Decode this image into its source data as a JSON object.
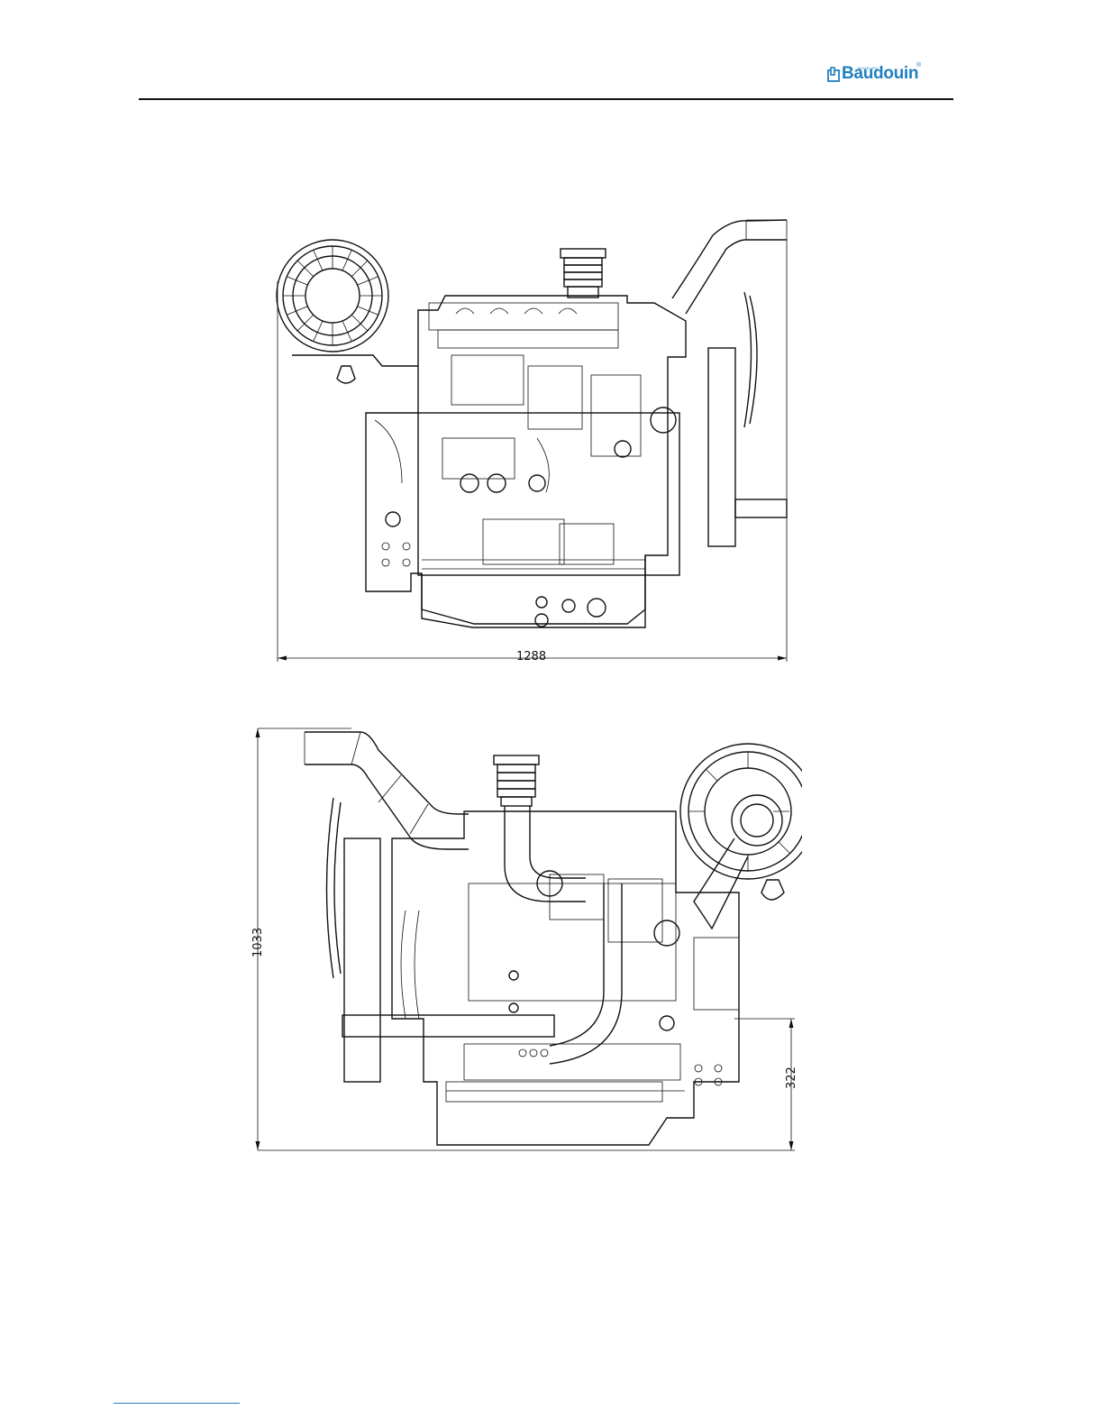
{
  "header": {
    "brand": "Baudouin",
    "tagline": "MOTEURS",
    "registered": "®",
    "brand_color": "#1f7fc1",
    "logo_icon": "baudouin-logo-icon"
  },
  "drawings": [
    {
      "view": "side",
      "dimension_width": "1288"
    },
    {
      "view": "side-opposite",
      "dimension_height": "1033",
      "dimension_height_small": "322"
    }
  ]
}
